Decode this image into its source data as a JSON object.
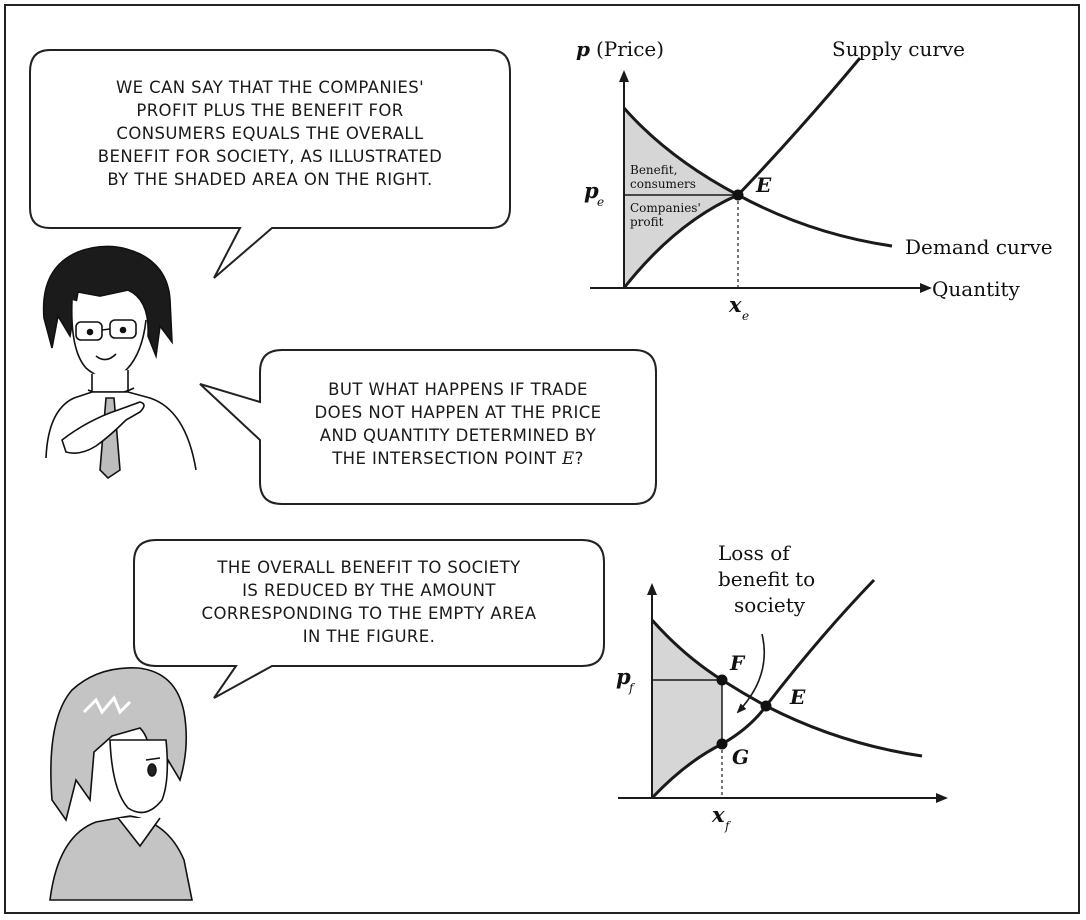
{
  "bubbles": {
    "b1": [
      "WE CAN SAY THAT THE COMPANIES'",
      "PROFIT PLUS THE BENEFIT FOR",
      "CONSUMERS EQUALS THE OVERALL",
      "BENEFIT FOR SOCIETY, AS ILLUSTRATED",
      "BY THE SHADED AREA ON THE RIGHT."
    ],
    "b2": [
      "BUT WHAT HAPPENS IF TRADE",
      "DOES NOT HAPPEN AT THE PRICE",
      "AND QUANTITY DETERMINED BY"
    ],
    "b2_last_prefix": "THE INTERSECTION POINT ",
    "b2_last_var": "E",
    "b2_last_suffix": "?",
    "b3": [
      "THE OVERALL BENEFIT TO SOCIETY",
      "IS REDUCED BY THE AMOUNT",
      "CORRESPONDING TO THE EMPTY AREA",
      "IN THE FIGURE."
    ]
  },
  "graph1": {
    "y_axis_var": "p",
    "y_axis_label": "(Price)",
    "supply_label": "Supply curve",
    "demand_label": "Demand curve",
    "x_axis_label": "Quantity",
    "price_var": "p",
    "price_sub": "e",
    "qty_var": "x",
    "qty_sub": "e",
    "point_label": "E",
    "area_upper": [
      "Benefit,",
      "consumers"
    ],
    "area_lower": [
      "Companies'",
      "profit"
    ]
  },
  "graph2": {
    "loss_label": [
      "Loss of",
      "benefit to",
      "society"
    ],
    "price_var": "p",
    "price_sub": "f",
    "qty_var": "x",
    "qty_sub": "f",
    "point_f": "F",
    "point_g": "G",
    "point_e": "E"
  },
  "colors": {
    "shade": "#d6d6d6",
    "line": "#1a1a1a",
    "tone": "#bdbdbd"
  }
}
